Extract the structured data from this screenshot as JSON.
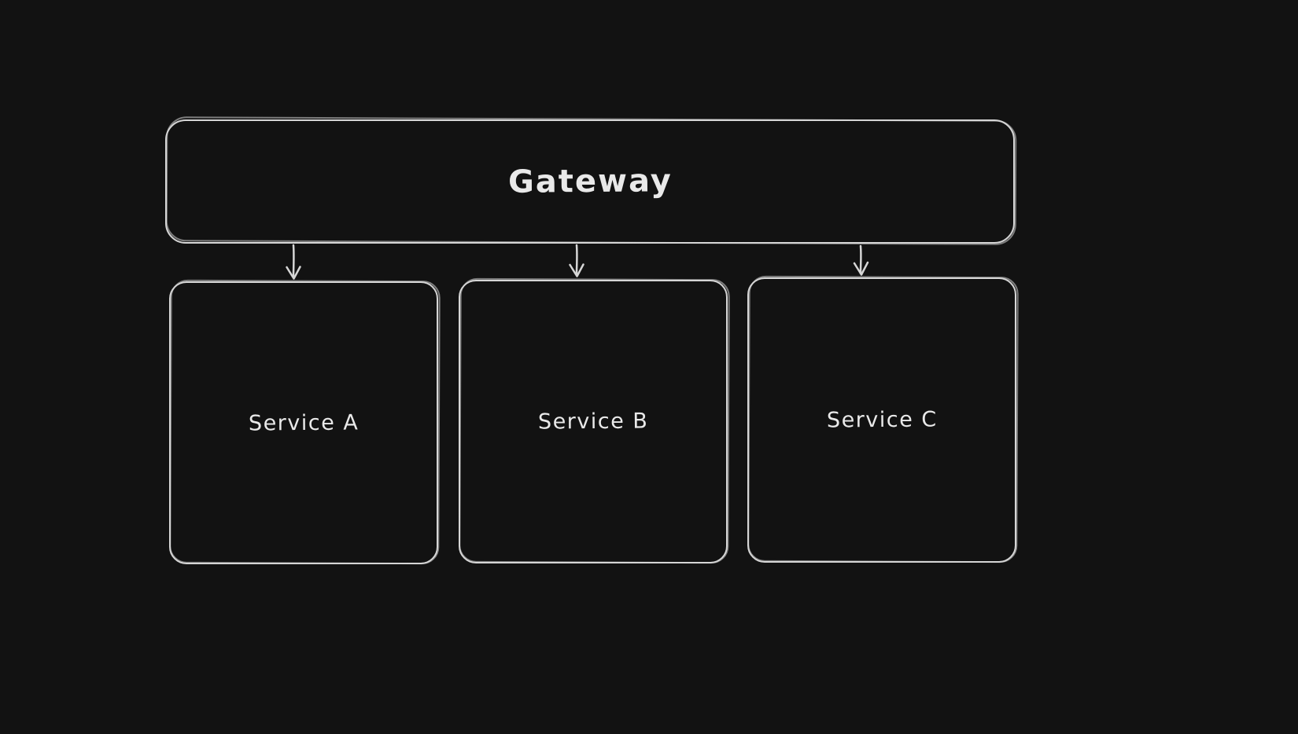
{
  "canvas": {
    "background": "#121212"
  },
  "colors": {
    "background": "#121212",
    "stroke": "#d6d6d6",
    "text": "#e9e9e9"
  },
  "nodes": {
    "gateway": {
      "label": "Gateway"
    },
    "service_a": {
      "label": "Service A"
    },
    "service_b": {
      "label": "Service B"
    },
    "service_c": {
      "label": "Service C"
    }
  },
  "edges": [
    {
      "from": "Gateway",
      "to": "Service A"
    },
    {
      "from": "Gateway",
      "to": "Service B"
    },
    {
      "from": "Gateway",
      "to": "Service C"
    }
  ]
}
